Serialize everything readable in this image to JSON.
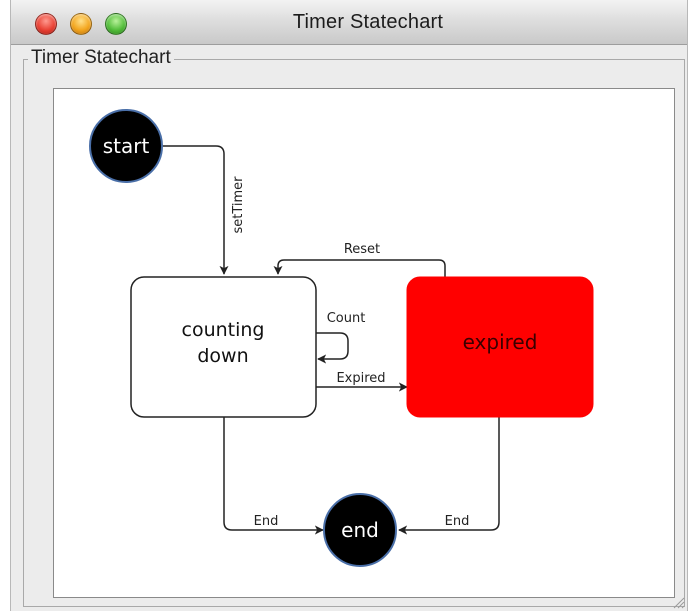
{
  "window": {
    "title": "Timer Statechart"
  },
  "group": {
    "title": "Timer Statechart"
  },
  "diagram": {
    "states": {
      "start": "start",
      "counting_line1": "counting",
      "counting_line2": "down",
      "expired": "expired",
      "end": "end"
    },
    "transitions": {
      "set_timer": "setTimer",
      "reset": "Reset",
      "count": "Count",
      "expired": "Expired",
      "end_from_counting": "End",
      "end_from_expired": "End"
    },
    "colors": {
      "terminal_fill": "#000000",
      "terminal_stroke": "#4a6fa8",
      "expired_fill": "#ff0000",
      "state_fill": "#ffffff",
      "edge": "#222222"
    }
  }
}
